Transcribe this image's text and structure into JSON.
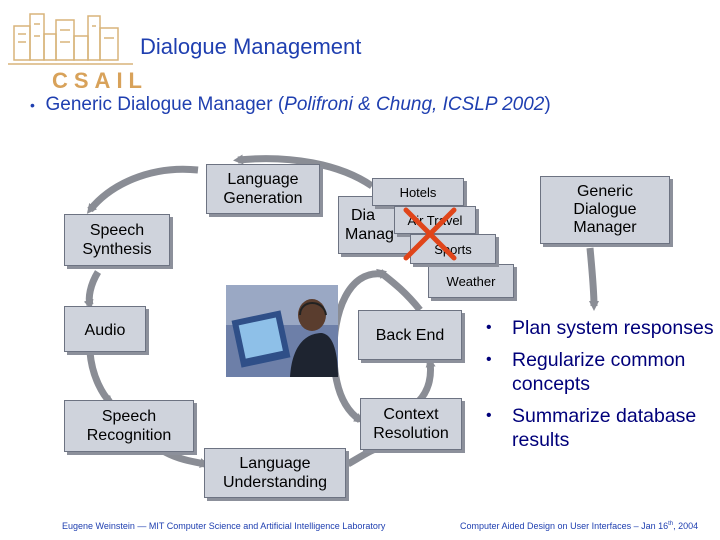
{
  "slide": {
    "title": "Dialogue Management",
    "subtitle_prefix": "Generic Dialogue Manager (",
    "subtitle_italic": "Polifroni & Chung, ICSLP 2002",
    "subtitle_suffix": ")",
    "logo_text": "CSAIL"
  },
  "boxes": {
    "language_generation": [
      "Language",
      "Generation"
    ],
    "speech_synthesis": [
      "Speech",
      "Synthesis"
    ],
    "audio": "Audio",
    "speech_recognition": [
      "Speech",
      "Recognition"
    ],
    "language_understanding": [
      "Language",
      "Understanding"
    ],
    "context_resolution": [
      "Context",
      "Resolution"
    ],
    "back_end": "Back End",
    "generic_dm": [
      "Generic",
      "Dialogue",
      "Manager"
    ],
    "dm_back_partial": [
      "Dia",
      "Manag"
    ],
    "hotels": "Hotels",
    "air_travel": "Air Travel",
    "sports": "Sports",
    "weather": "Weather"
  },
  "bullets": [
    "Plan system responses",
    "Regularize common concepts",
    "Summarize database results"
  ],
  "footer": {
    "left": "Eugene Weinstein — MIT Computer Science and Artificial Intelligence Laboratory",
    "right_prefix": "Computer Aided Design on User Interfaces – Jan 16",
    "right_sup": "th",
    "right_suffix": ", 2004"
  },
  "colors": {
    "title": "#1f3fb0",
    "bullets": "#00007a",
    "box_fill": "#cfd3dc",
    "cross": "#e0451a",
    "logo": "#d8a25a"
  },
  "icons": [
    "cityscape-logo-icon",
    "red-cross-icon"
  ]
}
